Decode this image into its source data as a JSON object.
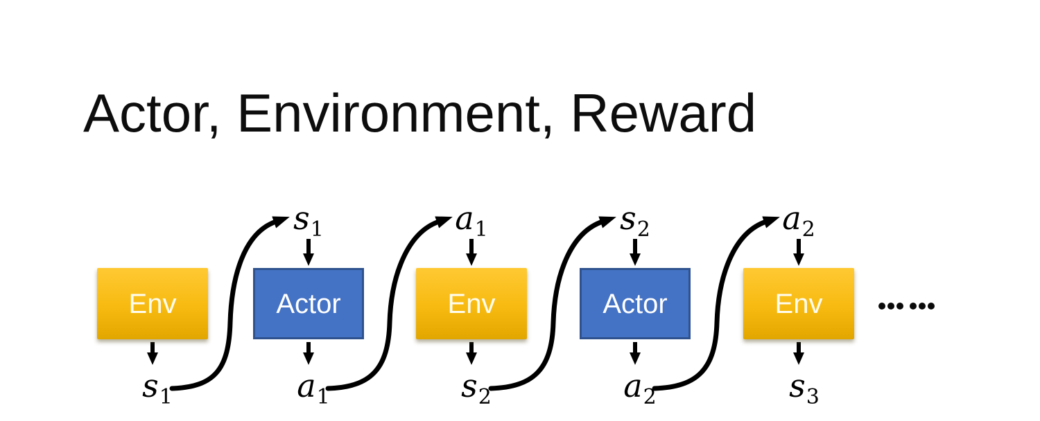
{
  "slide": {
    "title": "Actor, Environment, Reward",
    "ellipsis": "......"
  },
  "colors": {
    "env_gradient_top": "#FFC933",
    "env_gradient_bottom": "#E2A600",
    "env_text": "#FFFDF0",
    "actor_fill": "#4472C4",
    "actor_border": "#2F528F",
    "actor_text": "#FFFFFF",
    "arrow": "#000000",
    "title_text": "#0D0D0D",
    "background": "#FFFFFF"
  },
  "diagram": {
    "boxes": [
      {
        "label": "Env",
        "type": "env"
      },
      {
        "label": "Actor",
        "type": "actor"
      },
      {
        "label": "Env",
        "type": "env"
      },
      {
        "label": "Actor",
        "type": "actor"
      },
      {
        "label": "Env",
        "type": "env"
      }
    ],
    "top_labels": [
      {
        "var": "s",
        "sub": "1"
      },
      {
        "var": "a",
        "sub": "1"
      },
      {
        "var": "s",
        "sub": "2"
      },
      {
        "var": "a",
        "sub": "2"
      }
    ],
    "bottom_labels": [
      {
        "var": "s",
        "sub": "1"
      },
      {
        "var": "a",
        "sub": "1"
      },
      {
        "var": "s",
        "sub": "2"
      },
      {
        "var": "a",
        "sub": "2"
      },
      {
        "var": "s",
        "sub": "3"
      }
    ]
  }
}
